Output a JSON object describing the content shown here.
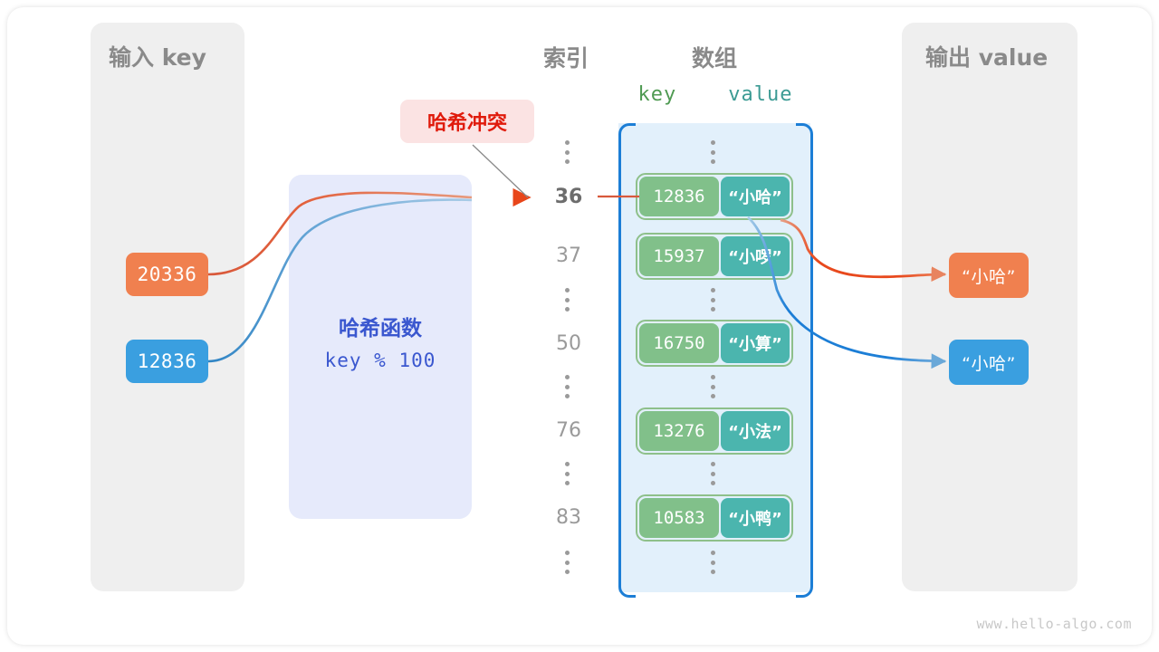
{
  "watermark": "www.hello-algo.com",
  "panels": {
    "input": {
      "title": "输入 key"
    },
    "output": {
      "title": "输出 value"
    }
  },
  "columns": {
    "index_title": "索引",
    "array_title": "数组",
    "kv_key": "key",
    "kv_value": "value"
  },
  "input_keys": [
    {
      "label": "20336",
      "color": "#f0804f"
    },
    {
      "label": "12836",
      "color": "#3a9fe0"
    }
  ],
  "hash_function": {
    "title": "哈希函数",
    "expression": "key % 100"
  },
  "collision": {
    "badge": "哈希冲突"
  },
  "indices": [
    {
      "label": "36",
      "highlight": true
    },
    {
      "label": "37",
      "highlight": false
    },
    {
      "label": "50",
      "highlight": false
    },
    {
      "label": "76",
      "highlight": false
    },
    {
      "label": "83",
      "highlight": false
    }
  ],
  "entries": [
    {
      "key": "12836",
      "value": "“小哈”"
    },
    {
      "key": "15937",
      "value": "“小啰”"
    },
    {
      "key": "16750",
      "value": "“小算”"
    },
    {
      "key": "13276",
      "value": "“小法”"
    },
    {
      "key": "10583",
      "value": "“小鸭”"
    }
  ],
  "outputs": [
    {
      "label": "“小哈”",
      "color": "#f0804f"
    },
    {
      "label": "“小哈”",
      "color": "#3a9fe0"
    }
  ],
  "colors": {
    "key_cell": "#81c08a",
    "value_cell": "#4bb5ae",
    "array_fill": "#e2f0fb",
    "array_bracket": "#1c7ed6",
    "hash_fill": "#e6eafb",
    "hash_text": "#3a57cf",
    "collision_fill": "#fbe3e3",
    "collision_text": "#e01b0c",
    "panel_fill": "#efefef",
    "panel_title": "#8a8a8a"
  }
}
